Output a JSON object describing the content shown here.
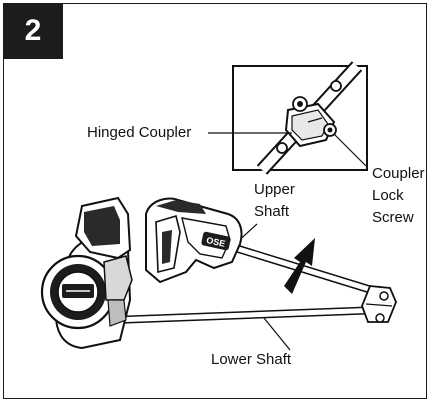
{
  "step": {
    "number": "2"
  },
  "labels": {
    "hinged_coupler": "Hinged Coupler",
    "coupler_lock_screw_line1": "Coupler",
    "coupler_lock_screw_line2": "Lock",
    "coupler_lock_screw_line3": "Screw",
    "upper_shaft_line1": "Upper",
    "upper_shaft_line2": "Shaft",
    "lower_shaft": "Lower Shaft"
  },
  "engine_logo_text": "OSE"
}
